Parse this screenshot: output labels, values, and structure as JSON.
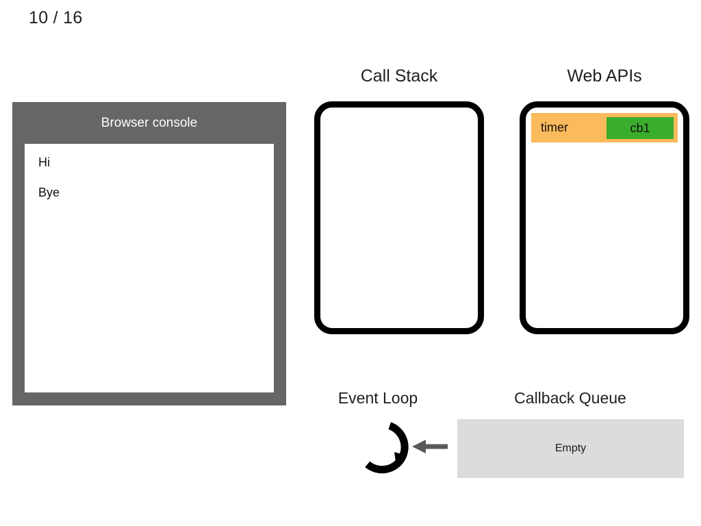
{
  "slide": {
    "counter": "10 / 16"
  },
  "console": {
    "title": "Browser console",
    "lines": [
      "Hi",
      "Bye"
    ]
  },
  "call_stack": {
    "heading": "Call Stack",
    "frames": []
  },
  "web_apis": {
    "heading": "Web APIs",
    "tasks": [
      {
        "label": "timer",
        "callback": "cb1"
      }
    ]
  },
  "event_loop": {
    "heading": "Event Loop",
    "icon": "circular-loop-arrow-icon"
  },
  "callback_queue": {
    "heading": "Callback Queue",
    "status": "Empty",
    "items": []
  },
  "arrow": {
    "icon": "arrow-left-icon",
    "direction": "left"
  },
  "colors": {
    "console_frame": "#666666",
    "panel_border": "#000000",
    "task_background": "#FBBA5B",
    "callback_background": "#3BAD2D",
    "queue_background": "#DCDCDC",
    "arrow": "#595959",
    "page_background": "#FFFFFF"
  }
}
